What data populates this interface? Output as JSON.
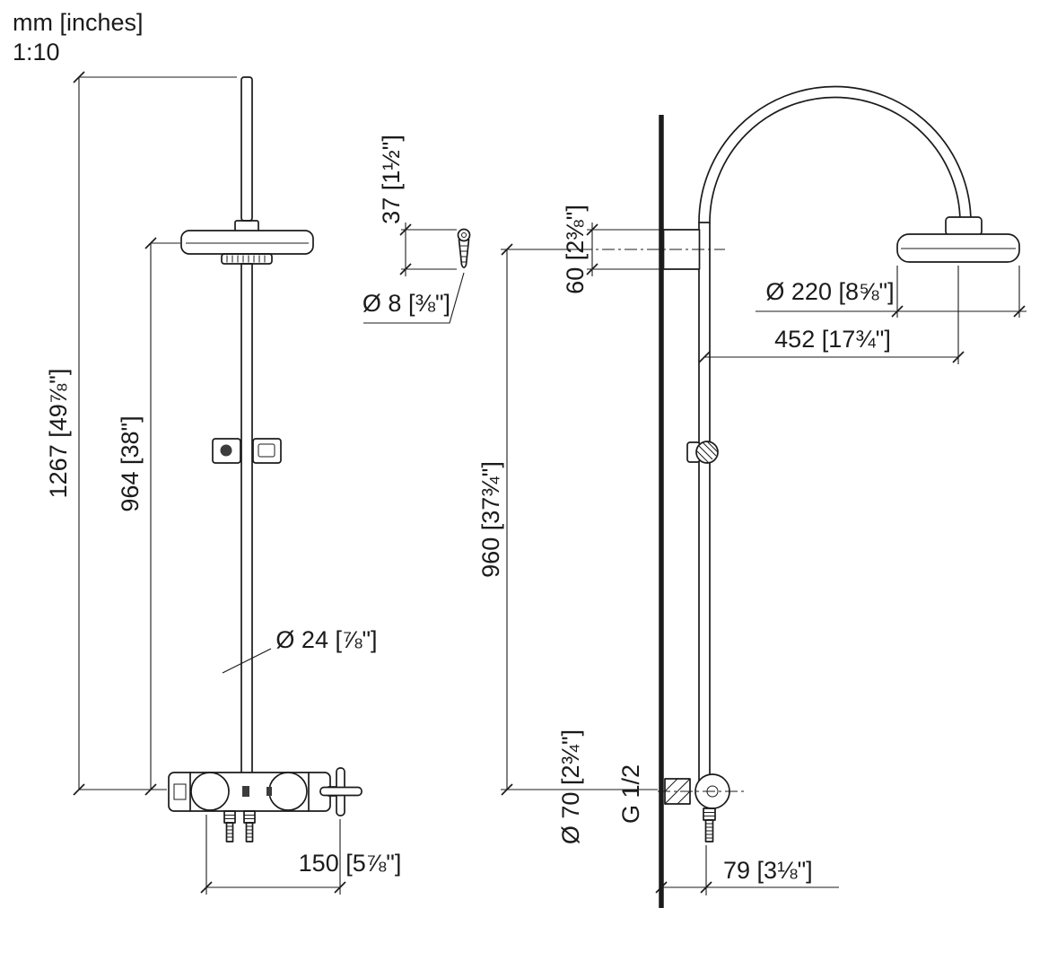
{
  "drawing": {
    "units_note": "mm [inches]",
    "scale": "1:10",
    "line_color": "#1b1b1b",
    "background": "#ffffff",
    "front_view": {
      "total_height": "1267 [49⅞\"]",
      "riser_height": "964 [38\"]",
      "pipe_diameter": "Ø 24 [⅞\"]",
      "valve_width": "150 [5⅞\"]"
    },
    "detail": {
      "pin_length": "37 [1½\"]",
      "pin_diameter": "Ø 8 [⅜\"]"
    },
    "side_view": {
      "bracket_height": "60 [2⅜\"]",
      "head_diameter": "Ø 220 [8⅝\"]",
      "arm_projection": "452 [17¾\"]",
      "riser_height": "960 [37¾\"]",
      "valve_diameter": "Ø 70 [2¾\"]",
      "thread_size": "G 1/2",
      "wall_offset": "79 [3⅛\"]"
    }
  }
}
